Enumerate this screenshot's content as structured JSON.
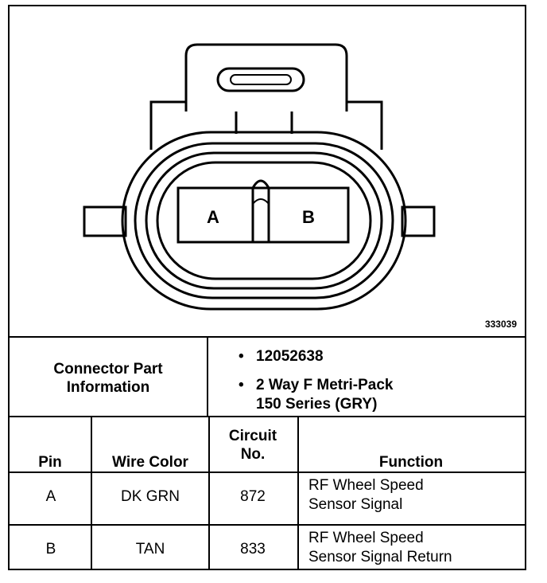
{
  "figure_id": "333039",
  "connector": {
    "pins": [
      {
        "label": "A"
      },
      {
        "label": "B"
      }
    ]
  },
  "part_info": {
    "header": "Connector Part Information",
    "header_line1": "Connector Part",
    "header_line2": "Information",
    "bullets": [
      {
        "line1": "12052638",
        "line2": ""
      },
      {
        "line1": "2 Way F Metri-Pack",
        "line2": "150 Series (GRY)"
      }
    ]
  },
  "table": {
    "headers": {
      "pin": "Pin",
      "wire_color": "Wire Color",
      "circuit_line1": "Circuit",
      "circuit_line2": "No.",
      "function": "Function"
    },
    "rows": [
      {
        "pin": "A",
        "wire_color": "DK GRN",
        "circuit": "872",
        "function_line1": "RF Wheel Speed",
        "function_line2": "Sensor Signal"
      },
      {
        "pin": "B",
        "wire_color": "TAN",
        "circuit": "833",
        "function_line1": "RF Wheel Speed",
        "function_line2": "Sensor Signal Return"
      }
    ]
  }
}
